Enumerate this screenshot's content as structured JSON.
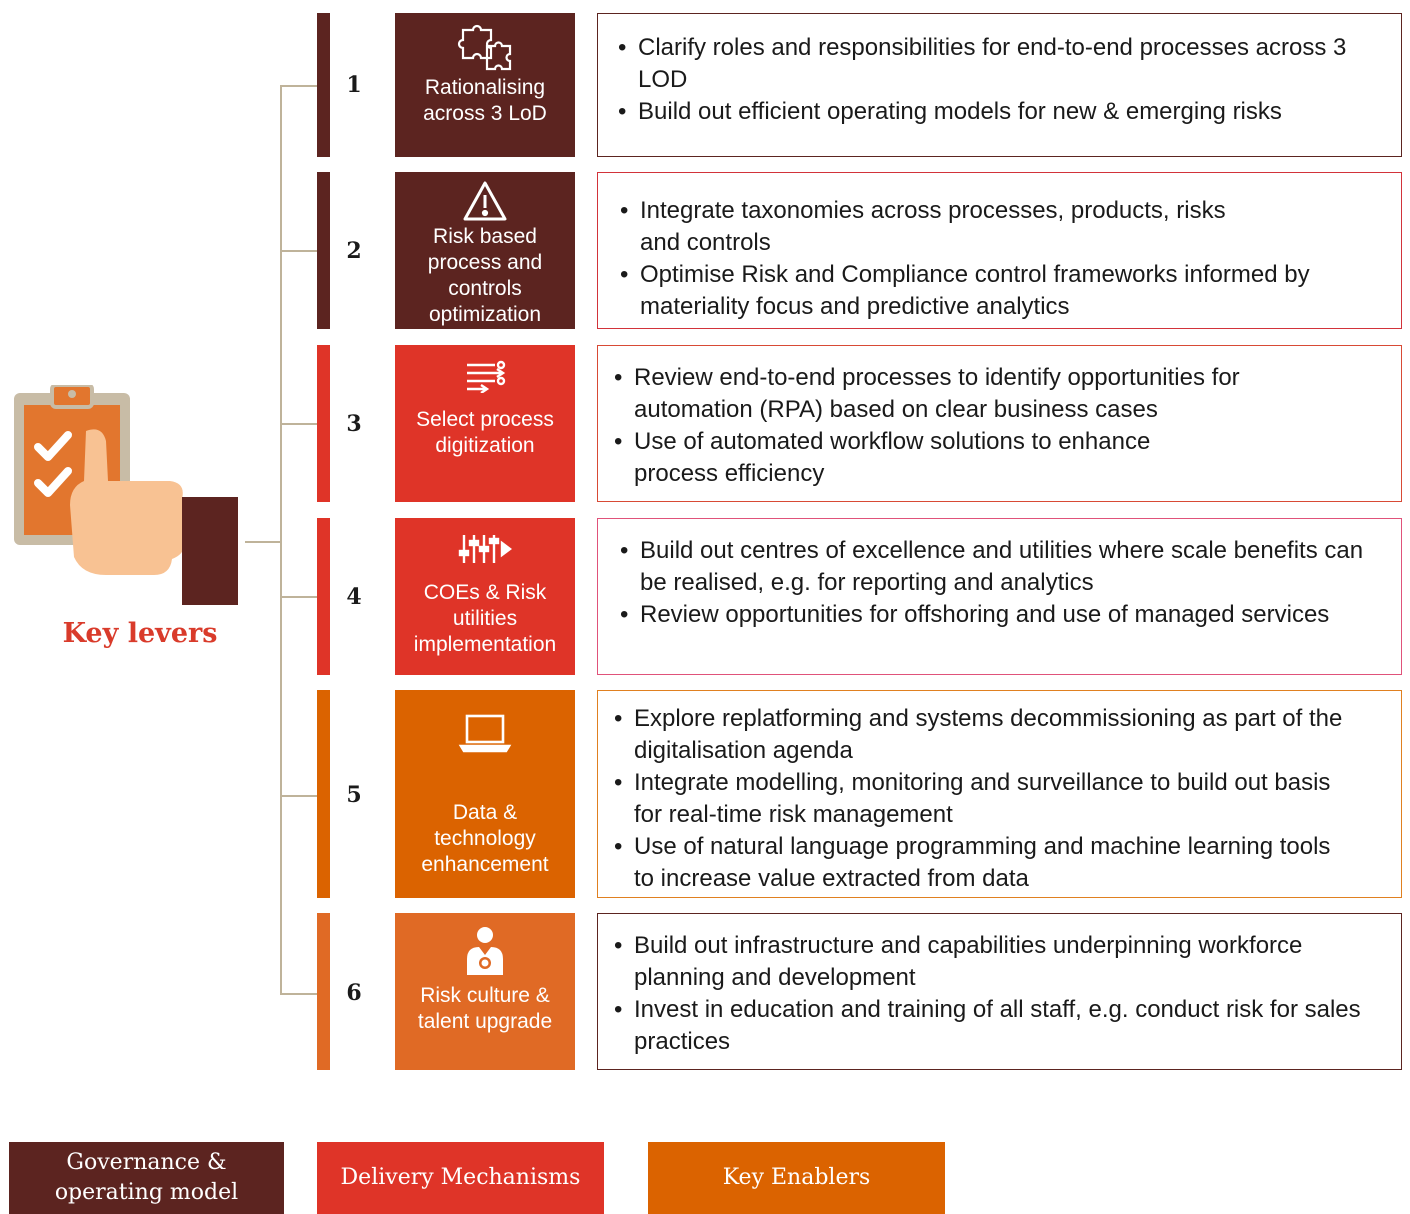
{
  "hero": {
    "label": "Key levers",
    "icon": "thumbs-up-clipboard-icon"
  },
  "colors": {
    "governance": "#5c2420",
    "delivery": "#df3428",
    "enablers": "#db6300",
    "enablers_light": "#e06a25",
    "connector": "#bfb39a",
    "accent_text": "#d93b2b"
  },
  "levers": [
    {
      "number": "1",
      "icon": "puzzle-pieces-icon",
      "title": "Rationalising across 3 LoD",
      "bullets": [
        "Clarify roles and responsibilities for end-to-end processes across 3 LOD",
        "Build out efficient operating models for new & emerging risks"
      ]
    },
    {
      "number": "2",
      "icon": "warning-triangle-icon",
      "title": "Risk based process and controls optimization",
      "bullets": [
        "Integrate taxonomies across processes, products, risks and controls",
        "Optimise Risk and Compliance control frameworks informed by materiality focus and predictive analytics"
      ]
    },
    {
      "number": "3",
      "icon": "process-flow-icon",
      "title": "Select process digitization",
      "bullets": [
        "Review end-to-end processes to identify opportunities for automation (RPA) based on clear business cases",
        "Use of automated workflow solutions to enhance process efficiency"
      ]
    },
    {
      "number": "4",
      "icon": "sliders-icon",
      "title": "COEs & Risk utilities implementation",
      "bullets": [
        "Build out centres of excellence and utilities where scale benefits can be realised, e.g. for reporting and analytics",
        "Review opportunities for offshoring and use of managed services"
      ]
    },
    {
      "number": "5",
      "icon": "laptop-icon",
      "title": "Data & technology enhancement",
      "bullets": [
        "Explore replatforming and systems decommissioning as part of the digitalisation agenda",
        "Integrate modelling, monitoring and surveillance to build out basis for real-time risk management",
        "Use of natural language programming and machine learning tools to increase value extracted from data"
      ]
    },
    {
      "number": "6",
      "icon": "person-medal-icon",
      "title": "Risk culture & talent upgrade",
      "bullets": [
        "Build out infrastructure and capabilities underpinning workforce planning and development",
        "Invest in education and training of all staff, e.g. conduct risk for sales practices"
      ]
    }
  ],
  "legend": [
    {
      "label": "Governance & operating model"
    },
    {
      "label": "Delivery Mechanisms"
    },
    {
      "label": "Key Enablers"
    }
  ]
}
